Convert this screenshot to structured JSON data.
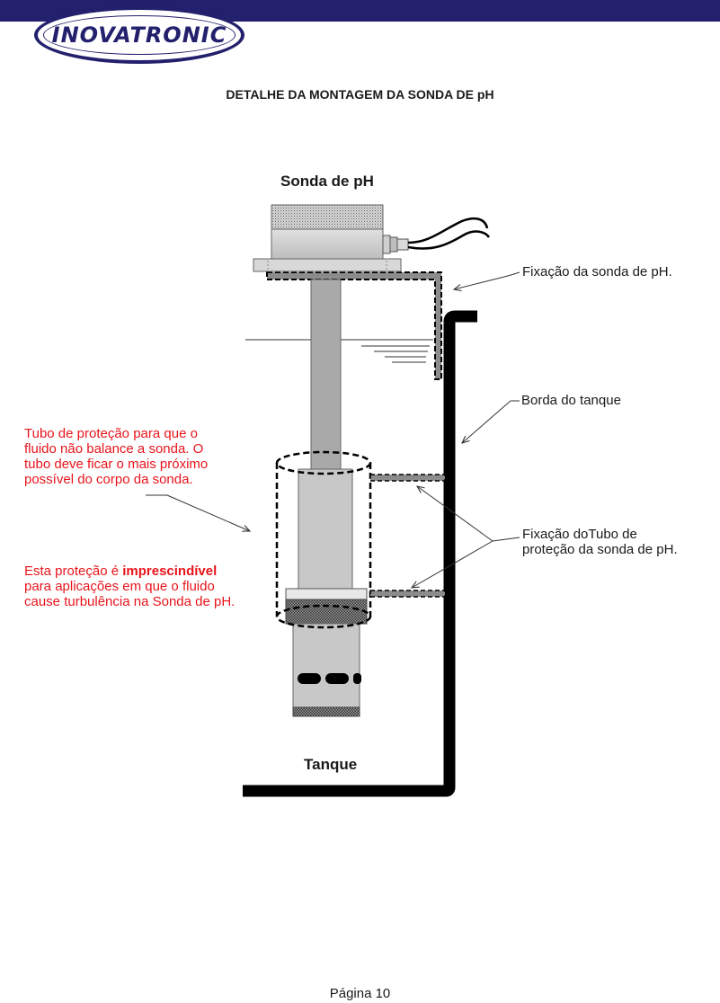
{
  "header": {
    "brand": "INOVATRONIC",
    "title": "DETALHE DA MONTAGEM DA SONDA DE pH"
  },
  "diagram": {
    "probe_label": "Sonda de pH",
    "tank_label": "Tanque",
    "callouts": {
      "probe_fixing": "Fixação da sonda de pH.",
      "tank_edge": "Borda do tanque",
      "tube_fixing_line1": "Fixação doTubo de",
      "tube_fixing_line2": "proteção da sonda de pH."
    },
    "notes": {
      "tube_note_lines": [
        "Tubo de proteção para que o",
        "fluido não balance a sonda. O",
        "tubo deve ficar o mais próximo",
        "possível do corpo da sonda."
      ],
      "protection_prefix": "Esta proteção é ",
      "protection_bold": "imprescindível",
      "protection_line2": "para aplicações em que o fluido",
      "protection_line3": "cause turbulência na Sonda de pH."
    }
  },
  "colors": {
    "brand_navy": "#23206d",
    "note_red": "#e8141b"
  },
  "footer": {
    "page_label": "Página 10"
  }
}
